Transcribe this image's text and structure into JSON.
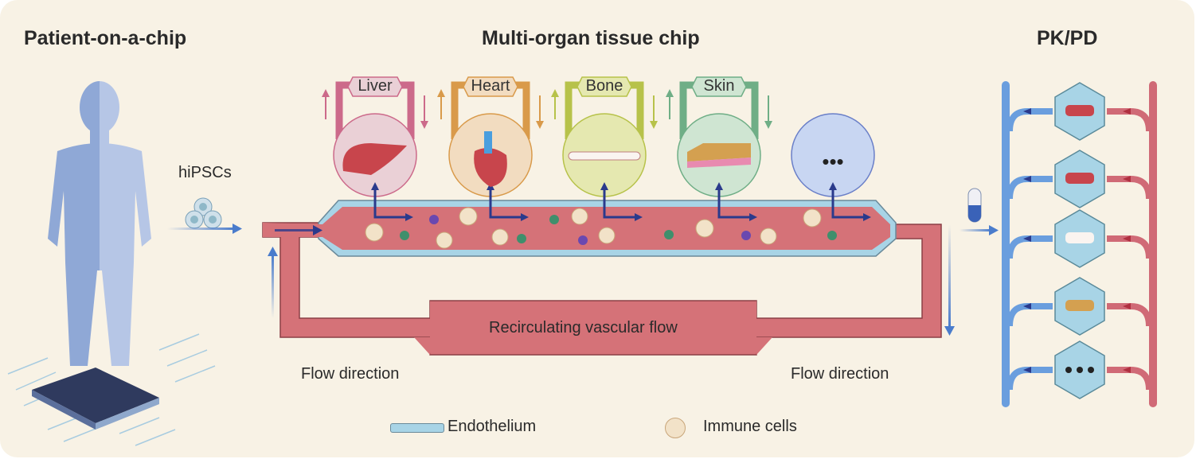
{
  "sections": {
    "patient": {
      "title": "Patient-on-a-chip",
      "cell_label": "hiPSCs"
    },
    "chip": {
      "title": "Multi-organ tissue chip",
      "recirc_label": "Recirculating vascular flow",
      "flow_left": "Flow direction",
      "flow_right": "Flow direction"
    },
    "pkpd": {
      "title": "PK/PD"
    }
  },
  "organs": [
    {
      "name": "Liver",
      "color": "#cc6a8a",
      "fill": "#ead0d6"
    },
    {
      "name": "Heart",
      "color": "#d99a4a",
      "fill": "#f2dcc0"
    },
    {
      "name": "Bone",
      "color": "#b7c24a",
      "fill": "#e5e8b0"
    },
    {
      "name": "Skin",
      "color": "#6fae86",
      "fill": "#cfe5d2"
    },
    {
      "name": "",
      "color": "#6a7fc8",
      "fill": "#c8d6f2",
      "more_symbol": "•••"
    }
  ],
  "legend": {
    "endothelium": "Endothelium",
    "immune": "Immune cells"
  },
  "pkpd_modules": [
    "liver",
    "heart",
    "bone",
    "skin",
    "more"
  ],
  "colors": {
    "vessel": "#d9707a",
    "vessel_dark": "#9b4a50",
    "endo": "#a8d4e6",
    "flow_arrow": "#4a7ccc",
    "navy": "#2a3a8c",
    "venous": "#6a9ede",
    "arterial": "#d06a76"
  }
}
